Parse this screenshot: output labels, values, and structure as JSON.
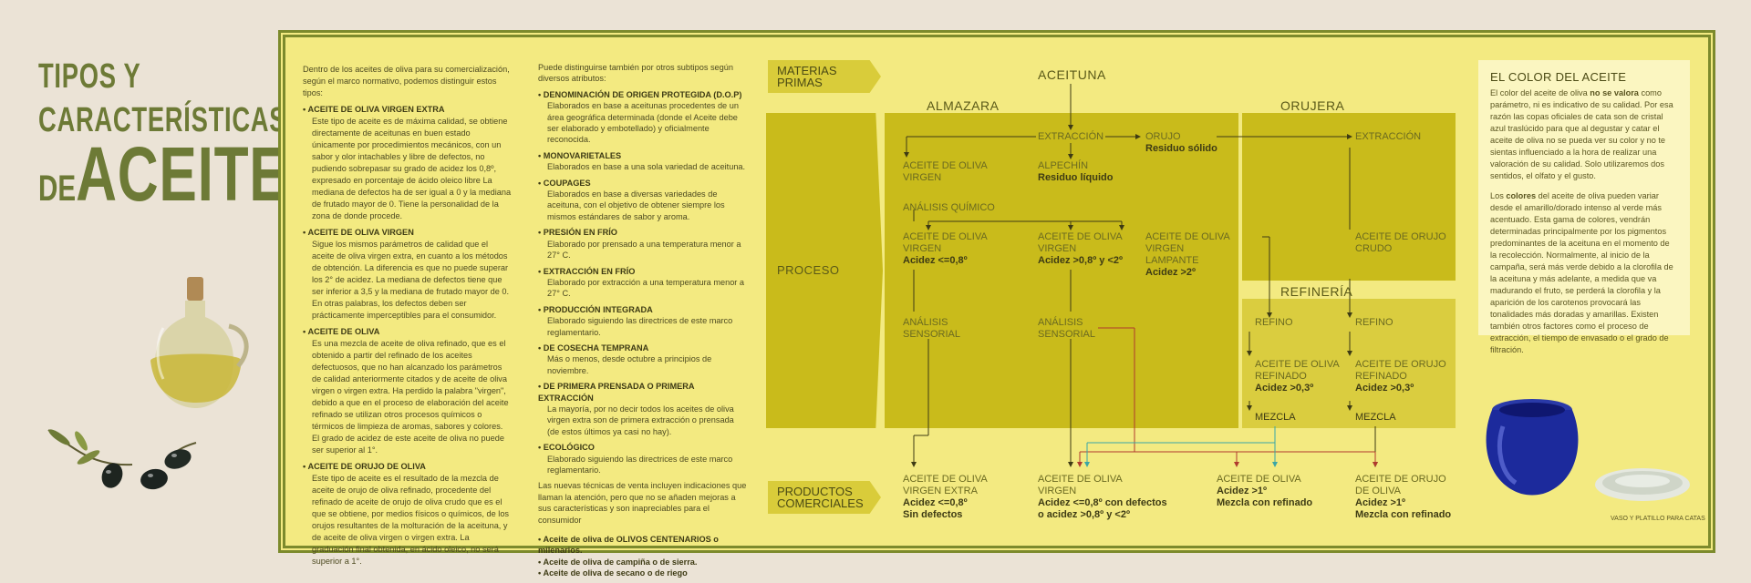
{
  "title": {
    "line1": "TIPOS Y",
    "line2": "CARACTERÍSTICAS",
    "de": "DE",
    "line3": "ACEITES"
  },
  "col1": {
    "intro": "Dentro de los aceites de oliva para su comercialización, según el marco normativo, podemos distinguir estos tipos:",
    "items": [
      {
        "h": "ACEITE DE OLIVA VIRGEN EXTRA",
        "t": "Este tipo de aceite es de máxima calidad, se obtiene directamente de aceitunas en buen estado únicamente por procedimientos mecánicos, con un sabor y olor intachables y libre de defectos, no pudiendo sobrepasar su grado de acidez los 0,8º, expresado en porcentaje de ácido oleico libre La mediana de defectos ha de ser igual a 0 y la mediana de frutado mayor de 0. Tiene la personalidad de la zona de donde procede."
      },
      {
        "h": "ACEITE DE OLIVA VIRGEN",
        "t": "Sigue los mismos parámetros de calidad que el aceite de oliva virgen extra, en cuanto a los métodos de obtención. La diferencia es que no puede superar los 2° de acidez. La mediana de defectos tiene que ser inferior a 3,5 y la mediana de frutado mayor de 0. En otras palabras, los defectos deben ser prácticamente imperceptibles para el consumidor."
      },
      {
        "h": "ACEITE DE OLIVA",
        "t": "Es una mezcla de aceite de oliva refinado, que es el obtenido a partir del refinado de los aceites defectuosos, que no han alcanzado los parámetros de calidad anteriormente citados y de aceite de oliva virgen o virgen extra. Ha perdido la palabra \"virgen\", debido a que en el proceso de elaboración del aceite refinado se utilizan otros procesos químicos o térmicos de limpieza de aromas, sabores y colores. El grado de acidez de este aceite de oliva no puede ser superior al 1°."
      },
      {
        "h": "ACEITE DE ORUJO DE OLIVA",
        "t": "Este tipo de aceite es el resultado de la mezcla de aceite de orujo de oliva refinado, procedente del refinado de aceite de orujo de oliva crudo que es el que se obtiene, por medios físicos o químicos, de los orujos resultantes de la molturación de la aceituna, y de aceite de oliva virgen o virgen extra. La graduación final obtenida, en ácido oleico, no será superior a 1°."
      }
    ]
  },
  "col2": {
    "intro": "Puede distinguirse también por otros subtipos según diversos atributos:",
    "items": [
      {
        "h": "DENOMINACIÓN DE ORIGEN PROTEGIDA (D.O.P)",
        "t": "Elaborados en base a aceitunas procedentes de un área geográfica determinada (donde el Aceite debe ser elaborado y embotellado) y oficialmente reconocida."
      },
      {
        "h": "MONOVARIETALES",
        "t": "Elaborados en base a una sola variedad de aceituna."
      },
      {
        "h": "COUPAGES",
        "t": "Elaborados en base a diversas variedades de aceituna, con el objetivo de obtener siempre los mismos estándares de sabor y aroma."
      },
      {
        "h": "PRESIÓN EN FRÍO",
        "t": "Elaborado por prensado a una temperatura menor a 27° C."
      },
      {
        "h": "EXTRACCIÓN EN FRÍO",
        "t": "Elaborado por extracción a una temperatura menor a 27° C."
      },
      {
        "h": "PRODUCCIÓN INTEGRADA",
        "t": "Elaborado siguiendo las directrices de este marco reglamentario."
      },
      {
        "h": "DE COSECHA TEMPRANA",
        "t": "Más o menos, desde octubre a principios de noviembre."
      },
      {
        "h": "DE PRIMERA PRENSADA O PRIMERA EXTRACCIÓN",
        "t": "La mayoría, por no decir todos los aceites de oliva virgen extra son de primera extracción o prensada (de estos últimos ya casi no hay)."
      },
      {
        "h": "ECOLÓGICO",
        "t": "Elaborado siguiendo las directrices de este marco reglamentario."
      }
    ],
    "outro": "Las nuevas técnicas de venta incluyen indicaciones que llaman la atención, pero que no se añaden mejoras a sus características y son inapreciables para el consumidor",
    "bullets": [
      "Aceite de oliva de OLIVOS CENTENARIOS o milenarios.",
      "Aceite de oliva de campiña o de sierra.",
      "Aceite de oliva de secano o de riego"
    ]
  },
  "flow": {
    "tag_materias": [
      "MATERIAS",
      "PRIMAS"
    ],
    "tag_proceso": "PROCESO",
    "tag_productos": [
      "PRODUCTOS",
      "COMERCIALES"
    ],
    "aceituna": "ACEITUNA",
    "almazara": "ALMAZARA",
    "orujera": "ORUJERA",
    "refineria": "REFINERÍA",
    "extraccion1": "EXTRACCIÓN",
    "orujo": "ORUJO",
    "residuo_solido": "Residuo sólido",
    "extraccion2": "EXTRACCIÓN",
    "aov1": [
      "ACEITE DE OLIVA",
      "VIRGEN"
    ],
    "alpechin": "ALPECHÍN",
    "residuo_liquido": "Residuo líquido",
    "analisis_quimico": "ANÁLISIS QUÍMICO",
    "r1": [
      "ACEITE DE OLIVA",
      "VIRGEN"
    ],
    "r1_val": "Acidez <=0,8º",
    "r2": [
      "ACEITE DE OLIVA",
      "VIRGEN"
    ],
    "r2_val": "Acidez >0,8º y <2º",
    "r3": [
      "ACEITE DE OLIVA",
      "VIRGEN",
      "LAMPANTE"
    ],
    "r3_val": "Acidez >2º",
    "orujo_crudo": [
      "ACEITE DE ORUJO",
      "CRUDO"
    ],
    "as1": [
      "ANÁLISIS",
      "SENSORIAL"
    ],
    "as2": [
      "ANÁLISIS",
      "SENSORIAL"
    ],
    "refino1": "REFINO",
    "refino2": "REFINO",
    "ref1": [
      "ACEITE DE OLIVA",
      "REFINADO"
    ],
    "ref1_val": "Acidez >0,3º",
    "ref2": [
      "ACEITE DE ORUJO",
      "REFINADO"
    ],
    "ref2_val": "Acidez >0,3º",
    "mezcla1": "MEZCLA",
    "mezcla2": "MEZCLA",
    "p1": [
      "ACEITE DE OLIVA",
      "VIRGEN EXTRA"
    ],
    "p1_val": [
      "Acidez <=0,8º",
      "Sin defectos"
    ],
    "p2": [
      "ACEITE DE OLIVA",
      "VIRGEN"
    ],
    "p2_val": [
      "Acidez <=0,8º con defectos",
      "o acidez >0,8º y <2º"
    ],
    "p3": "ACEITE DE OLIVA",
    "p3_val": [
      "Acidez >1º",
      "Mezcla con refinado"
    ],
    "p4": [
      "ACEITE DE ORUJO",
      "DE OLIVA"
    ],
    "p4_val": [
      "Acidez >1º",
      "Mezcla con refinado"
    ]
  },
  "color": {
    "heading": "EL COLOR DEL ACEITE",
    "p1_a": "El color del aceite de oliva ",
    "p1_b": "no se valora",
    "p1_c": " como parámetro, ni es indicativo de su calidad. Por esa razón las copas oficiales de cata son de cristal azul traslúcido para que al degustar y catar el aceite de oliva no se pueda ver su color y no te sientas influenciado a la hora de realizar una valoración de su calidad. Solo utilizaremos dos sentidos, el olfato y el gusto.",
    "p2_a": "Los ",
    "p2_b": "colores",
    "p2_c": " del aceite de oliva pueden variar desde el amarillo/dorado intenso al verde más acentuado. Esta gama de colores, vendrán determinadas principalmente por los pigmentos predominantes de la aceituna en el momento de la recolección. Normalmente, al inicio de la campaña, será más verde debido a la clorofila de la aceituna y más adelante, a medida que va madurando el fruto, se perderá la clorofila y la aparición de los carotenos provocará las tonalidades más doradas y amarillas. Existen también otros factores como el proceso de extracción, el tiempo de envasado o el grado de filtración.",
    "caption": "VASO Y PLATILLO PARA CATAS"
  },
  "colors": {
    "panel": "#f3ea81",
    "border": "#7c8a2c",
    "box": "#c9bb1b",
    "box_light": "#dacd3f",
    "title": "#6d7a36",
    "glass": "#1c2a9c"
  }
}
